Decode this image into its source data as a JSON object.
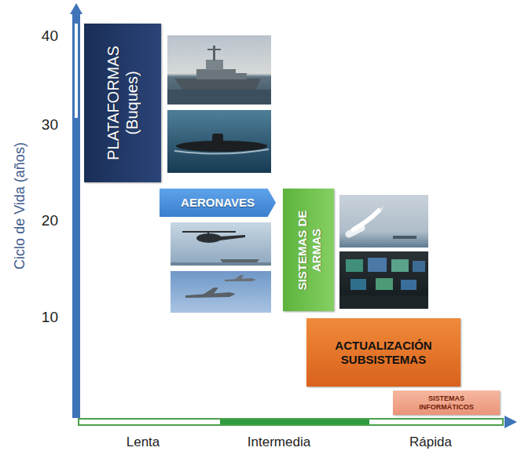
{
  "diagram": {
    "nodes": [
      {
        "text": [
          "PLATAFORMAS (Buques)"
        ]
      },
      {
        "text": [
          "AERONAVES"
        ]
      },
      {
        "text": [
          "SISTEMAS DE ARMAS"
        ]
      },
      {
        "text": [
          "ACTUALIZACIÓN SUBSISTEMAS"
        ]
      },
      {
        "text": [
          "SISTEMAS INFORMÁTICOS"
        ]
      }
    ],
    "labels": [
      "40",
      "30",
      "20",
      "10",
      "Ciclo de Vida (años)",
      "Lenta",
      "Intermedia",
      "Rápida"
    ]
  }
}
